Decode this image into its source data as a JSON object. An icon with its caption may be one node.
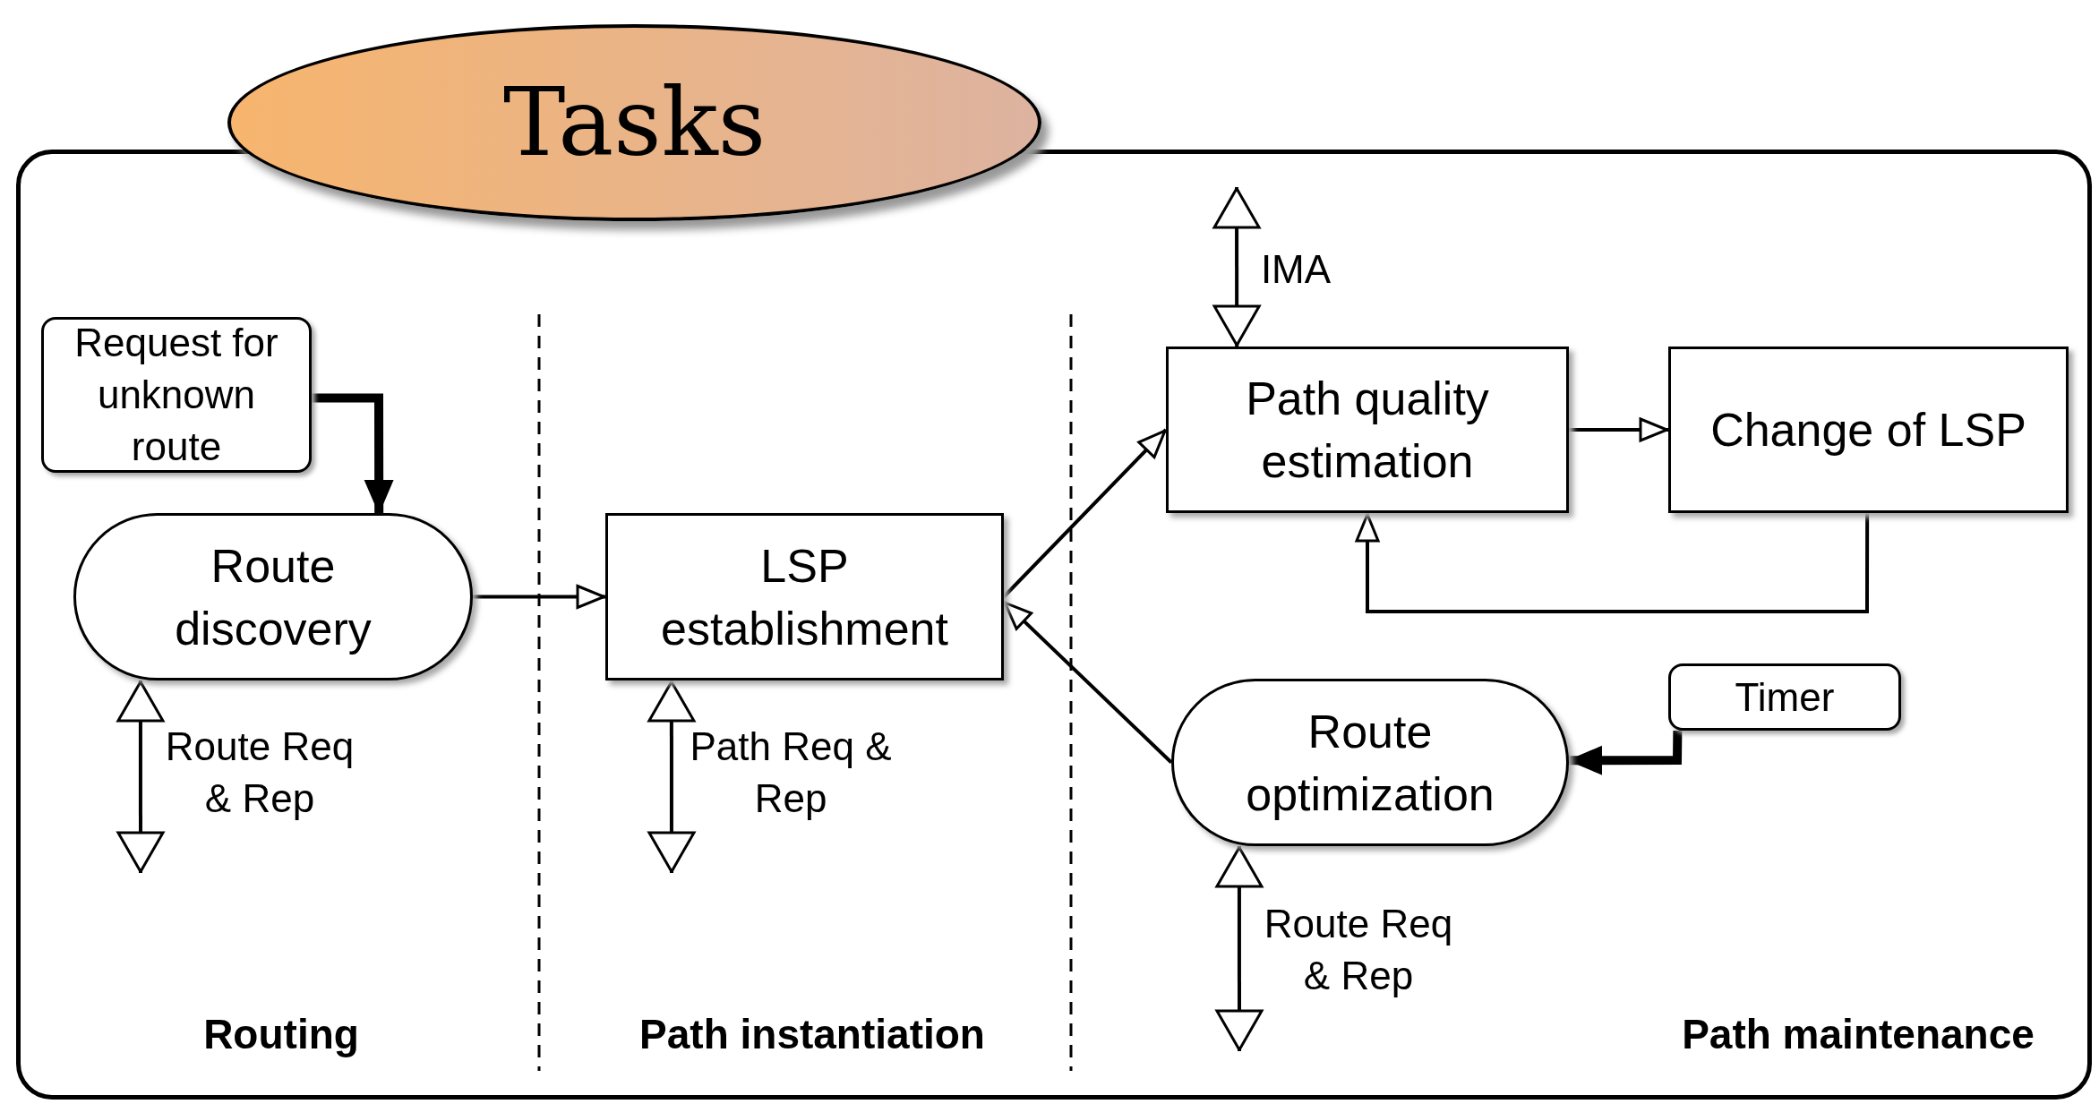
{
  "diagram": {
    "nodes": [
      {
        "text": [
          "Tasks"
        ]
      },
      {
        "text": [],
        "shape": "box"
      },
      {
        "text": [
          "Request for unknown route"
        ],
        "in": 1
      },
      {
        "text": [
          "Route discovery"
        ],
        "in": 1
      },
      {
        "text": [
          "LSP establishment"
        ],
        "in": 1
      },
      {
        "text": [
          "Path quality estimation"
        ],
        "in": 1
      },
      {
        "text": [
          "Change of LSP"
        ],
        "in": 1
      },
      {
        "text": [
          "Timer"
        ],
        "in": 1
      },
      {
        "text": [
          "Route optimization"
        ],
        "in": 1
      }
    ],
    "edges": [
      {
        "from": 2,
        "to": 3,
        "arrow": "to",
        "style": "thick"
      },
      {
        "from": 3,
        "to": 4,
        "arrow": "to"
      },
      {
        "from": 4,
        "to": 5,
        "arrow": "to"
      },
      {
        "from": 8,
        "to": 4,
        "arrow": "to"
      },
      {
        "from": 5,
        "to": 6,
        "arrow": "to"
      },
      {
        "from": 6,
        "to": 5,
        "arrow": "to"
      },
      {
        "from": 7,
        "to": 8,
        "arrow": "to",
        "style": "thick"
      },
      {
        "from": null,
        "to": 3,
        "arrow": "both",
        "label": "Route Req & Rep"
      },
      {
        "from": null,
        "to": 4,
        "arrow": "both",
        "label": "Path Req & Rep"
      },
      {
        "from": null,
        "to": 5,
        "arrow": "both",
        "label": "IMA"
      },
      {
        "from": null,
        "to": 8,
        "arrow": "both",
        "label": "Route Req & Rep"
      }
    ],
    "labels": [
      "Routing",
      "Path instantiation",
      "Path maintenance"
    ]
  }
}
